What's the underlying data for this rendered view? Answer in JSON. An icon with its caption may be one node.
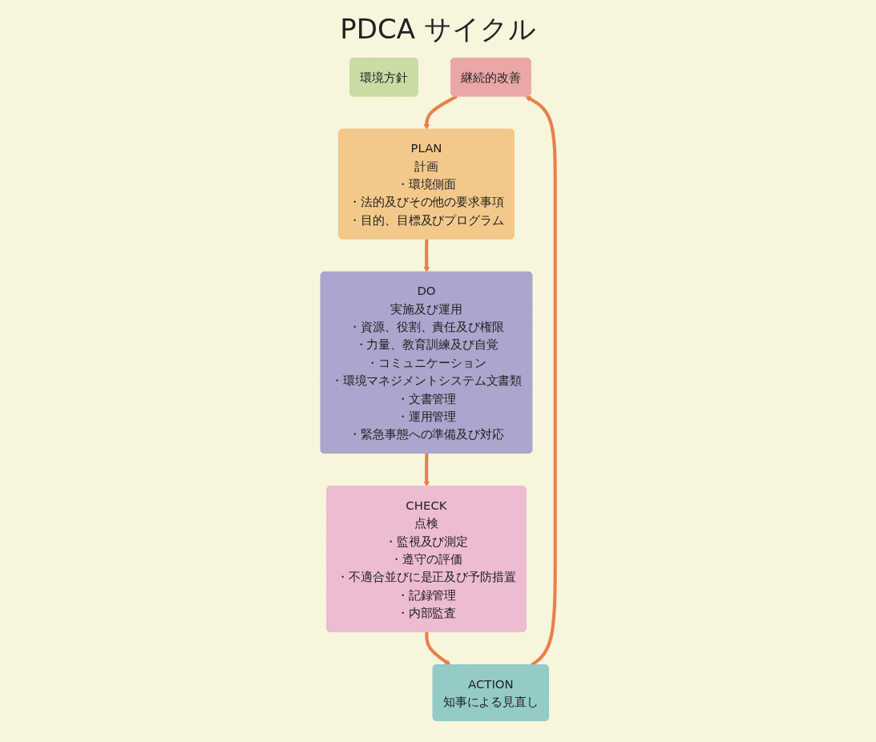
{
  "diagram": {
    "title": "PDCA サイクル",
    "nodes": [
      {
        "text": [
          "環境方針"
        ]
      },
      {
        "text": [
          "継続的改善"
        ]
      },
      {
        "text": [
          "ACTION",
          "知事による見直し"
        ]
      },
      {
        "text": [
          "PLAN",
          "計画",
          "・環境側面",
          "・法的及びその他の要求事項",
          "・目的、目標及びプログラム"
        ]
      },
      {
        "text": [
          "CHECK",
          "点検",
          "・監視及び測定",
          "・遵守の評価",
          "・不適合並びに是正及び予防措置",
          "・記録管理",
          "・内部監査"
        ]
      },
      {
        "text": [
          "DO",
          "実施及び運用",
          "・資源、役割、責任及び権限",
          "・力量、教育訓練及び自覚",
          "・コミュニケーション",
          "・環境マネジメントシステム文書類",
          "・文書管理",
          "・運用管理",
          "・緊急事態への準備及び対応"
        ]
      }
    ],
    "edges": [
      {
        "from": 2,
        "to": 1,
        "arrow": "to"
      },
      {
        "from": 1,
        "to": 3,
        "arrow": "to"
      },
      {
        "from": 3,
        "to": 5,
        "arrow": "to"
      },
      {
        "from": 5,
        "to": 4,
        "arrow": "to"
      },
      {
        "from": 4,
        "to": 2,
        "arrow": "to"
      }
    ]
  }
}
